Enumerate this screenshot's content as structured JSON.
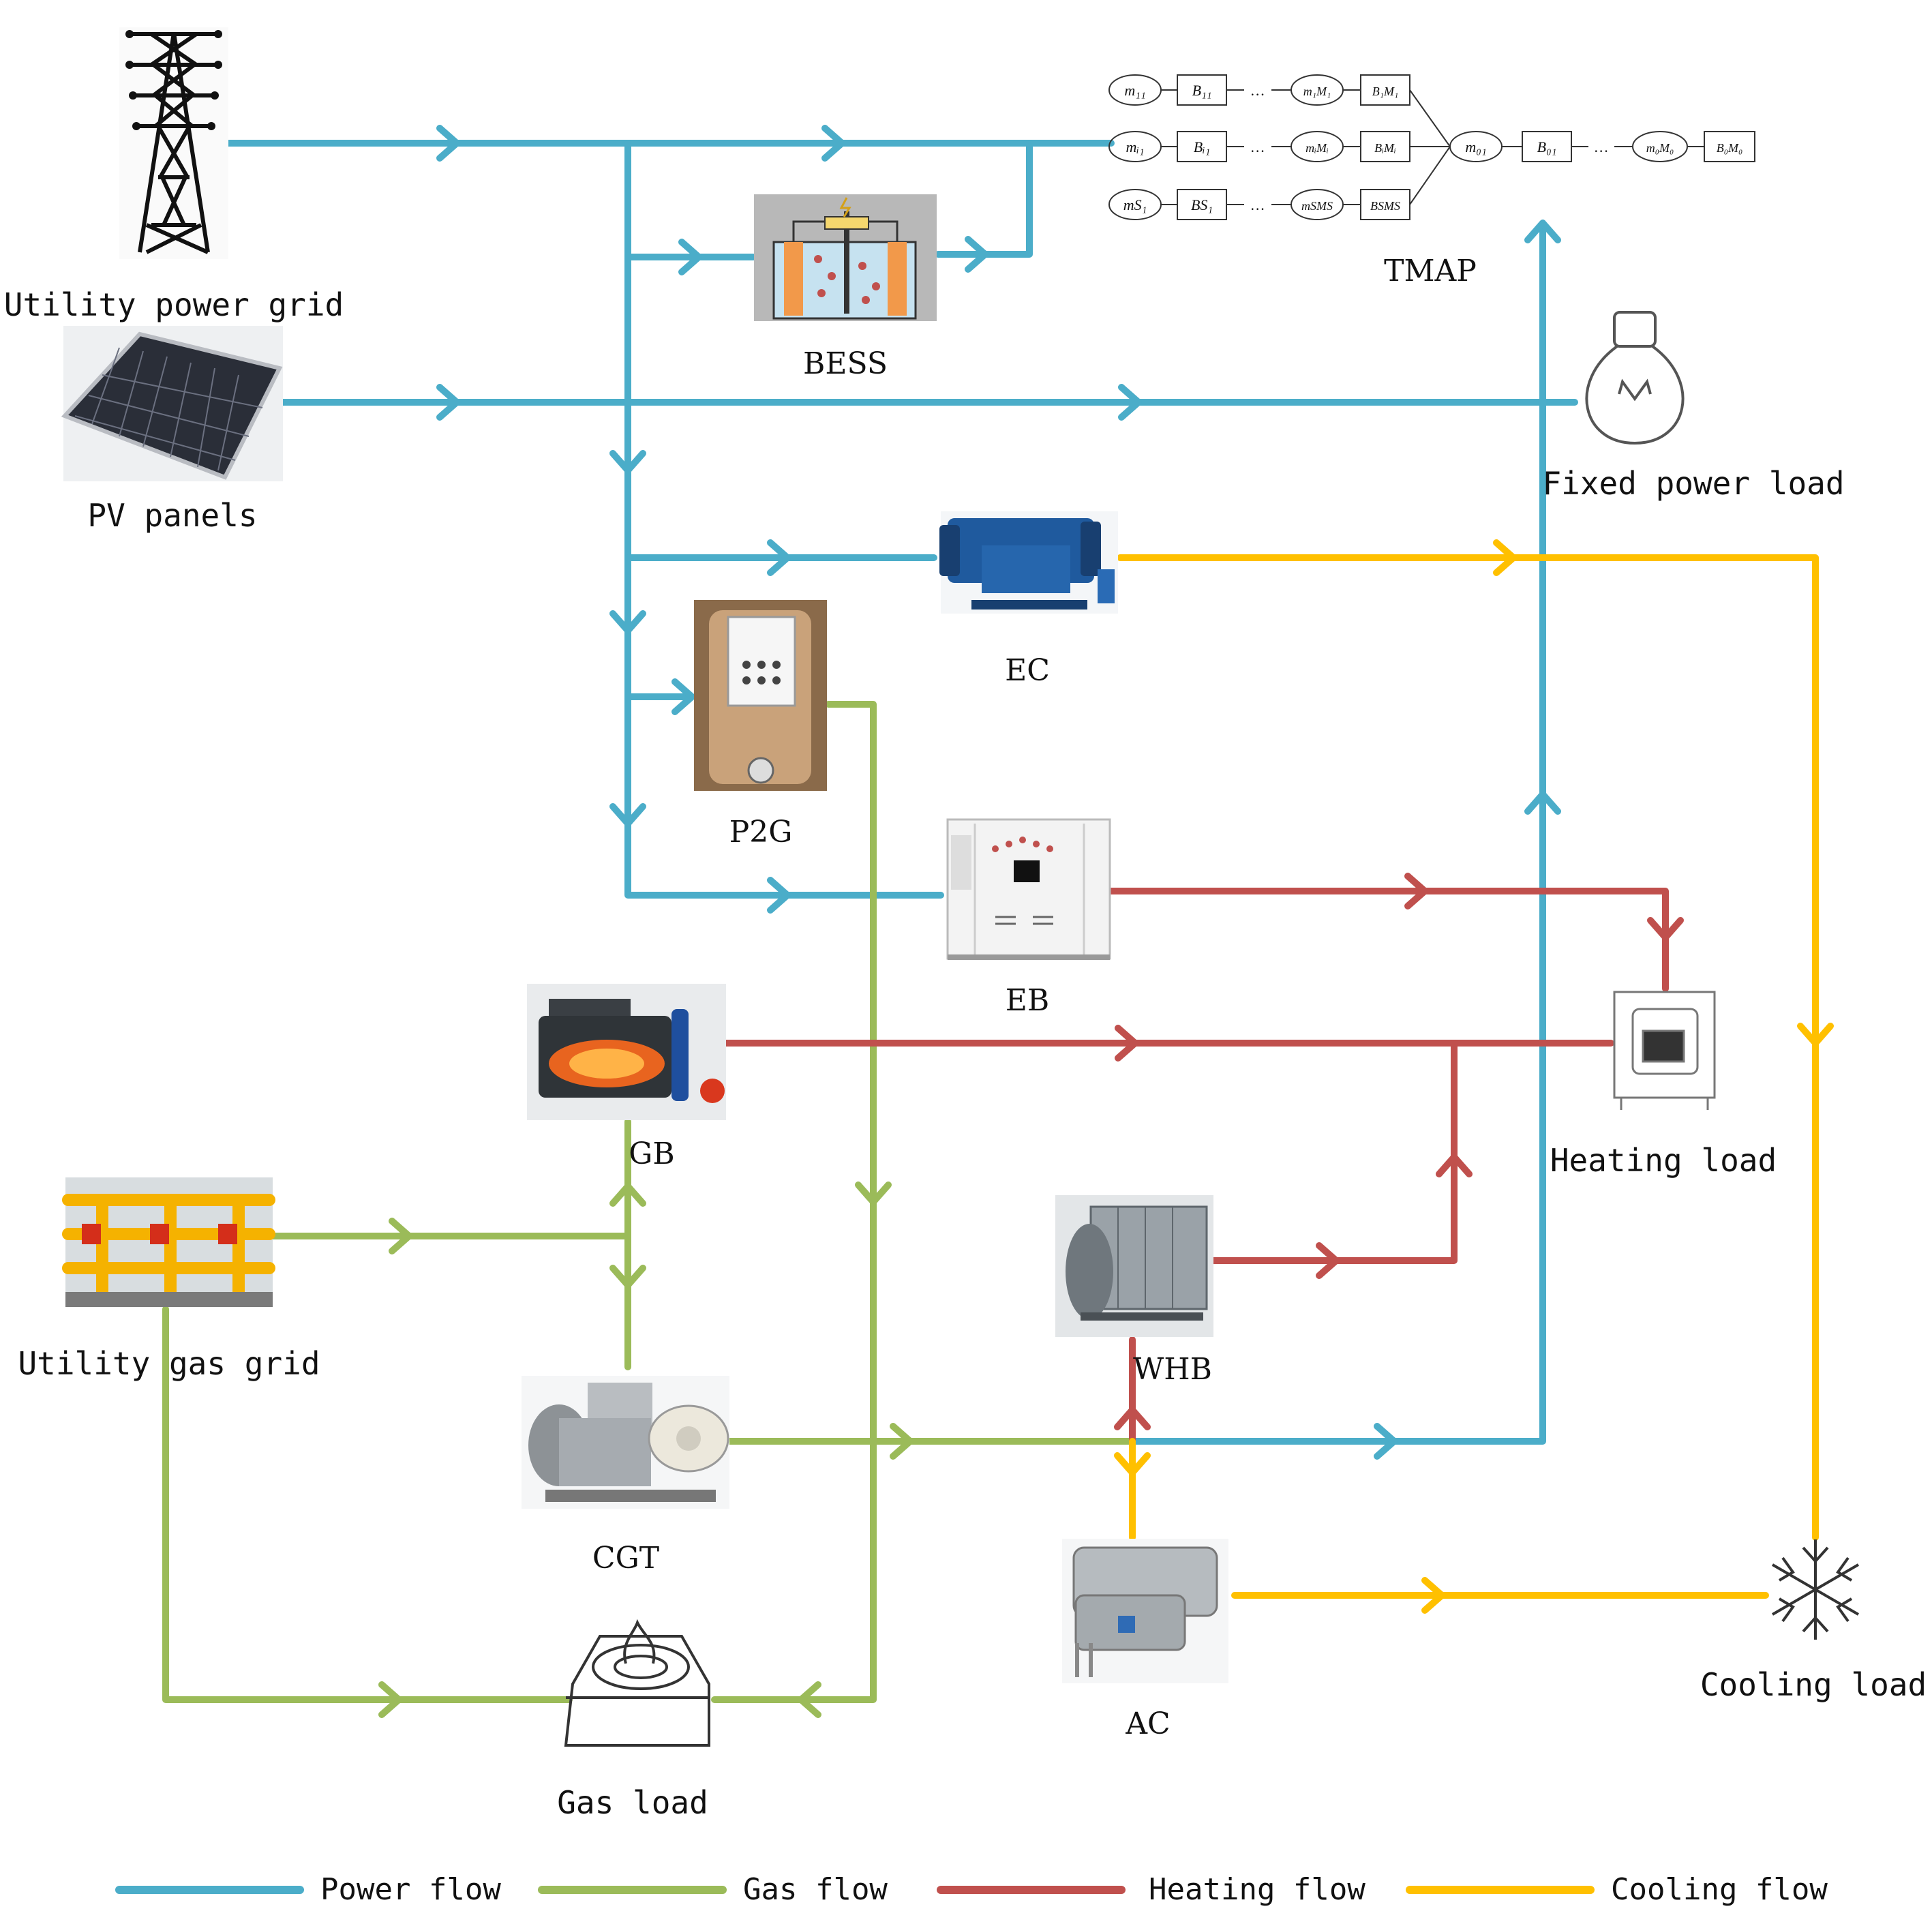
{
  "colors": {
    "power": "#4badc9",
    "gas": "#9bbb59",
    "heating": "#c0504d",
    "cooling": "#ffc000"
  },
  "labels": {
    "utility_power_grid": "Utility power grid",
    "pv_panels": "PV panels",
    "bess": "BESS",
    "tmap": "TMAP",
    "fixed_power_load": "Fixed power load",
    "ec": "EC",
    "p2g": "P2G",
    "eb": "EB",
    "gb": "GB",
    "heating_load": "Heating load",
    "utility_gas_grid": "Utility gas grid",
    "whb": "WHB",
    "cgt": "CGT",
    "ac": "AC",
    "cooling_load": "Cooling load",
    "gas_load": "Gas load"
  },
  "legend": [
    {
      "label": "Power flow",
      "color": "#4badc9"
    },
    {
      "label": "Gas flow",
      "color": "#9bbb59"
    },
    {
      "label": "Heating flow",
      "color": "#c0504d"
    },
    {
      "label": "Cooling flow",
      "color": "#ffc000"
    }
  ],
  "tmap": {
    "rows": [
      {
        "m1": "m₁₁",
        "b1": "B₁₁",
        "m2": "m₁M₁",
        "b2": "B₁M₁"
      },
      {
        "m1": "mᵢ₁",
        "b1": "Bᵢ₁",
        "m2": "mᵢMᵢ",
        "b2": "BᵢMᵢ"
      },
      {
        "m1": "mS₁",
        "b1": "BS₁",
        "m2": "mSMS",
        "b2": "BSMS"
      }
    ],
    "out": {
      "m1": "m₀₁",
      "b1": "B₀₁",
      "m2": "m₀M₀",
      "b2": "B₀M₀"
    },
    "ellipsis": "…"
  },
  "icons": {
    "utility_power_grid": "transmission-tower-icon",
    "pv_panels": "solar-panel-icon",
    "bess": "battery-storage-icon",
    "fixed_power_load": "light-bulb-icon",
    "ec": "electric-chiller-icon",
    "p2g": "power-to-gas-icon",
    "eb": "electric-boiler-icon",
    "gb": "gas-boiler-icon",
    "heating_load": "heater-icon",
    "utility_gas_grid": "gas-pipeline-icon",
    "whb": "waste-heat-boiler-icon",
    "cgt": "gas-turbine-icon",
    "ac": "absorption-chiller-icon",
    "cooling_load": "snowflake-icon",
    "gas_load": "gas-stove-icon"
  }
}
